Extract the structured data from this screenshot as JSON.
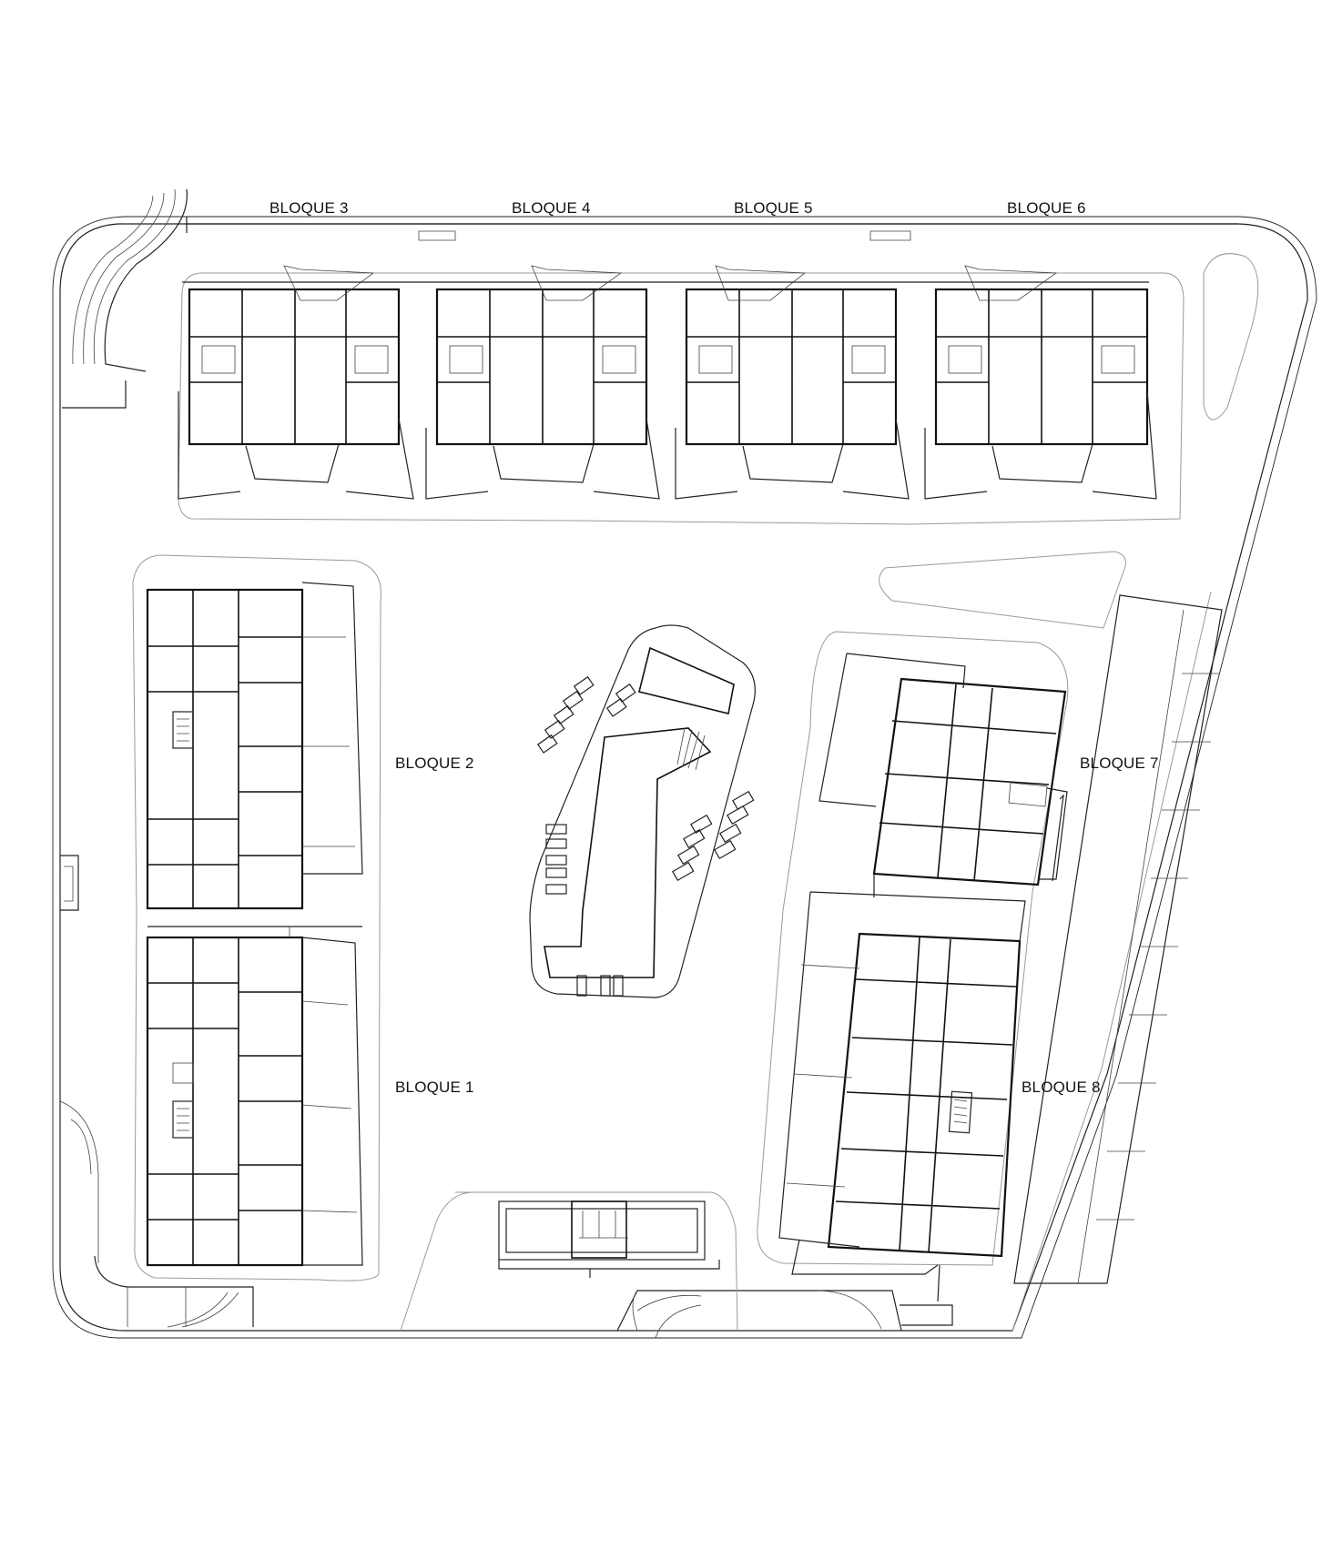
{
  "plan": {
    "labels": [
      {
        "id": "bloque-3",
        "text": "BLOQUE 3"
      },
      {
        "id": "bloque-4",
        "text": "BLOQUE 4"
      },
      {
        "id": "bloque-5",
        "text": "BLOQUE 5"
      },
      {
        "id": "bloque-6",
        "text": "BLOQUE 6"
      },
      {
        "id": "bloque-2",
        "text": "BLOQUE 2"
      },
      {
        "id": "bloque-1",
        "text": "BLOQUE 1"
      },
      {
        "id": "bloque-7",
        "text": "BLOQUE 7"
      },
      {
        "id": "bloque-8",
        "text": "BLOQUE 8"
      }
    ]
  }
}
